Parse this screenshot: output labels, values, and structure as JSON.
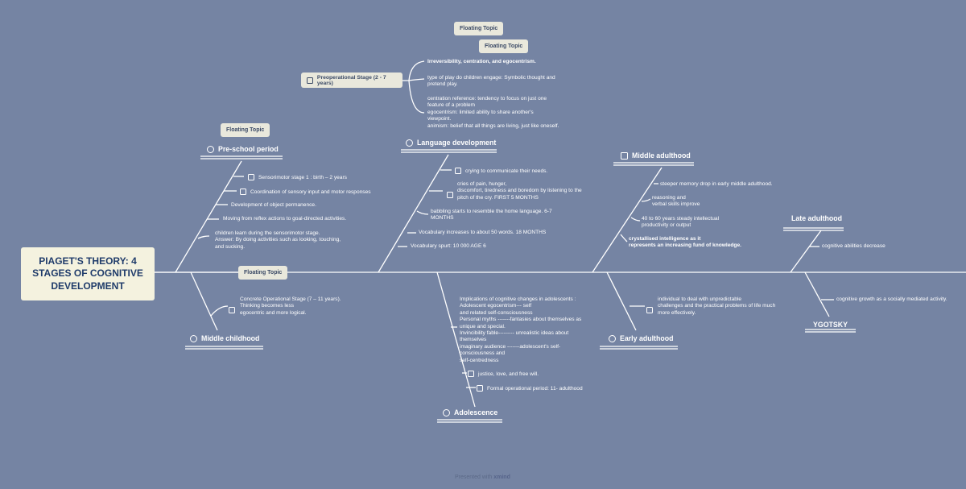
{
  "root": {
    "title": "PIAGET'S THEORY:  4 STAGES OF COGNITIVE DEVELOPMENT"
  },
  "floating_topics": [
    "Floating Topic",
    "Floating Topic",
    "Floating Topic",
    "Floating Topic"
  ],
  "preop": {
    "label": "Preoperational Stage (2 - 7 years)",
    "items": [
      "Irreversibility, centration, and egocentrism.",
      "type of play do children engage:  Symbolic thought and\npretend play.",
      "centration reference:  tendency to focus on just one\nfeature of a problem\negocentrism:  limited ability to share another's\nviewpoint.\nanimism: belief that all things are living, just like oneself."
    ]
  },
  "preschool": {
    "title": "Pre-school period",
    "items": [
      "Sensorimotor stage 1 : birth – 2 years",
      "Coordination of sensory input and motor responses",
      "Development of object permanence.",
      "Moving from reflex actions to goal-directed activities.",
      "children learn during the sensorimotor stage.\nAnswer: By doing activities such as looking, touching,\nand sucking."
    ]
  },
  "language": {
    "title": "Language development",
    "items": [
      "crying to communicate their needs.",
      "cries of pain, hunger,\ndiscomfort, tiredness and boredom by listening to the\npitch of the cry.  FIRST 5 MONTHS",
      "babbling starts to resemble the home language. 6-7\nMONTHS",
      "Vocabulary increases to about 50 words. 18 MONTHS",
      "Vocabulary spurt: 10 000 AGE 6"
    ]
  },
  "middle_adulthood": {
    "title": "Middle adulthood",
    "items": [
      "steeper memory drop in early middle adulthood.",
      "reasoning and\nverbal skills improve",
      "40 to 60 years  steady intellectual\nproductivity or output",
      "crystallised intelligence as it\nrepresents an increasing fund of knowledge."
    ]
  },
  "late_adulthood": {
    "title": "Late adulthood",
    "items": [
      "cognitive abilities decrease"
    ]
  },
  "middle_childhood": {
    "title": "Middle childhood",
    "items": [
      "Concrete Operational Stage (7 – 11 years).\nThinking becomes less\negocentric and more logical."
    ]
  },
  "adolescence": {
    "title": "Adolescence",
    "items": [
      "Implications of cognitive changes in adolescents :\nAdolescent egocentrism---   self\nand related self-consciousness\nPersonal myths -------fantasies about themselves as\nunique and special.\nInvincibility fable--------- unrealistic ideas about\nthemselves\nimaginary audience -------adolescent's self-\nconsciousness and\nself-centredness",
      "justice, love, and free will.",
      "Formal operational period: 11- adulthood"
    ]
  },
  "early_adulthood": {
    "title": "Early adulthood",
    "items": [
      "individual to deal with unpredictable\nchallenges and the practical problems of life much\nmore effectively."
    ]
  },
  "vygotsky": {
    "title": "YGOTSKY",
    "items": [
      "cognitive growth as a socially mediated activity."
    ]
  },
  "footer": {
    "prefix": "Presented with ",
    "brand": "xmind"
  },
  "colors": {
    "background": "#7584a3",
    "line": "#ffffff",
    "node_fill": "#e9e8dc",
    "root_fill": "#f4f2df"
  }
}
